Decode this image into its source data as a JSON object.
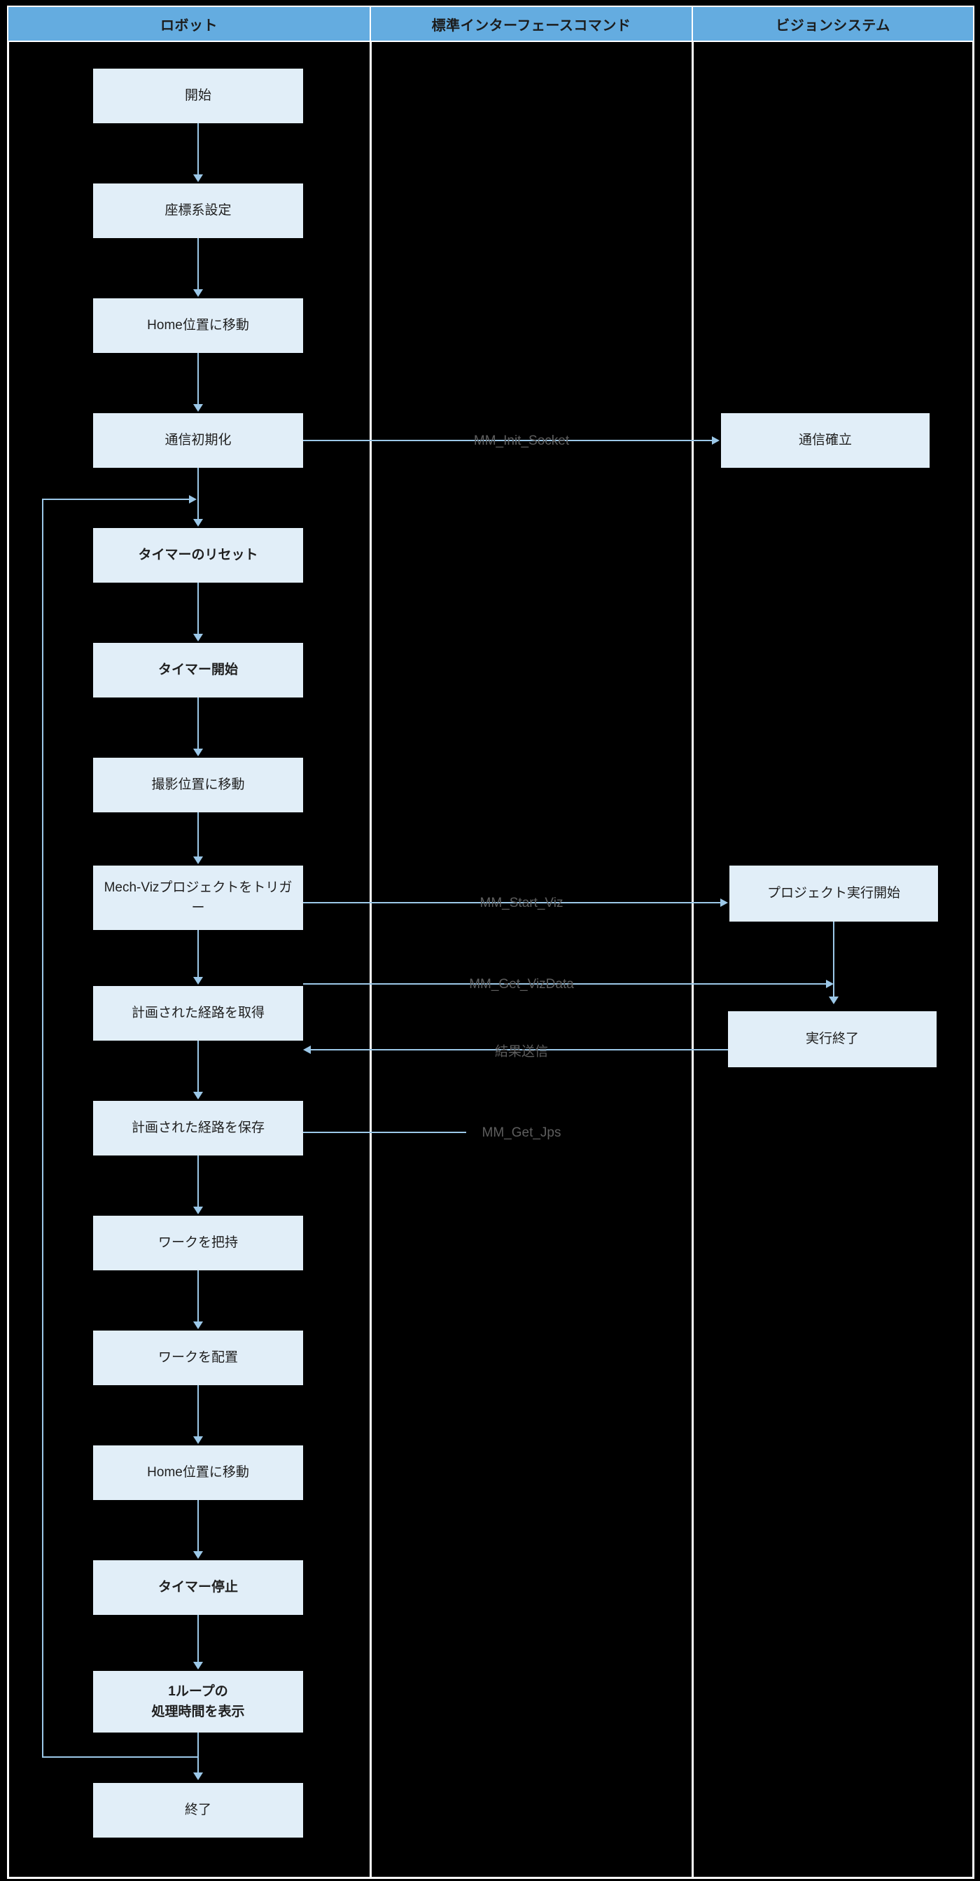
{
  "diagram": {
    "type": "swimlane-flowchart",
    "background_color": "#000000",
    "node_fill_color": "#E1EEF8",
    "connector_color": "#9CC8E8",
    "header_color": "#64ACE0",
    "edge_label_color": "#5E5E5E"
  },
  "lanes": [
    {
      "id": "robot",
      "title": "ロボット"
    },
    {
      "id": "command",
      "title": "標準インターフェースコマンド"
    },
    {
      "id": "vision",
      "title": "ビジョンシステム"
    }
  ],
  "robot_nodes": [
    {
      "id": "start",
      "label": "開始",
      "bold": false
    },
    {
      "id": "set-frame",
      "label": "座標系設定",
      "bold": false
    },
    {
      "id": "home-1",
      "label": "Home位置に移動",
      "bold": false
    },
    {
      "id": "init-comm",
      "label": "通信初期化",
      "bold": false
    },
    {
      "id": "timer-reset",
      "label": "タイマーのリセット",
      "bold": true
    },
    {
      "id": "timer-start",
      "label": "タイマー開始",
      "bold": true
    },
    {
      "id": "move-capture",
      "label": "撮影位置に移動",
      "bold": false
    },
    {
      "id": "trigger-viz",
      "label": "Mech-Vizプロジェクトをトリガー",
      "bold": false
    },
    {
      "id": "get-path",
      "label": "計画された経路を取得",
      "bold": false
    },
    {
      "id": "save-path",
      "label": "計画された経路を保存",
      "bold": false
    },
    {
      "id": "pick",
      "label": "ワークを把持",
      "bold": false
    },
    {
      "id": "place",
      "label": "ワークを配置",
      "bold": false
    },
    {
      "id": "home-2",
      "label": "Home位置に移動",
      "bold": false
    },
    {
      "id": "timer-stop",
      "label": "タイマー停止",
      "bold": true
    },
    {
      "id": "show-time",
      "label": "1ループの\n処理時間を表示",
      "bold": true
    },
    {
      "id": "end",
      "label": "終了",
      "bold": false
    }
  ],
  "vision_nodes": [
    {
      "id": "comm-established",
      "label": "通信確立"
    },
    {
      "id": "project-start",
      "label": "プロジェクト実行開始"
    },
    {
      "id": "exec-finished",
      "label": "実行終了"
    }
  ],
  "edge_labels": [
    {
      "id": "init-socket",
      "label": "MM_Init_Socket",
      "direction": "robot-to-vision"
    },
    {
      "id": "start-viz",
      "label": "MM_Start_Viz",
      "direction": "robot-to-vision"
    },
    {
      "id": "get-vizdata",
      "label": "MM_Get_VizData",
      "direction": "robot-to-vision"
    },
    {
      "id": "send-result",
      "label": "結果送信",
      "direction": "vision-to-robot"
    },
    {
      "id": "get-jps",
      "label": "MM_Get_Jps",
      "direction": "robot-to-command"
    }
  ]
}
